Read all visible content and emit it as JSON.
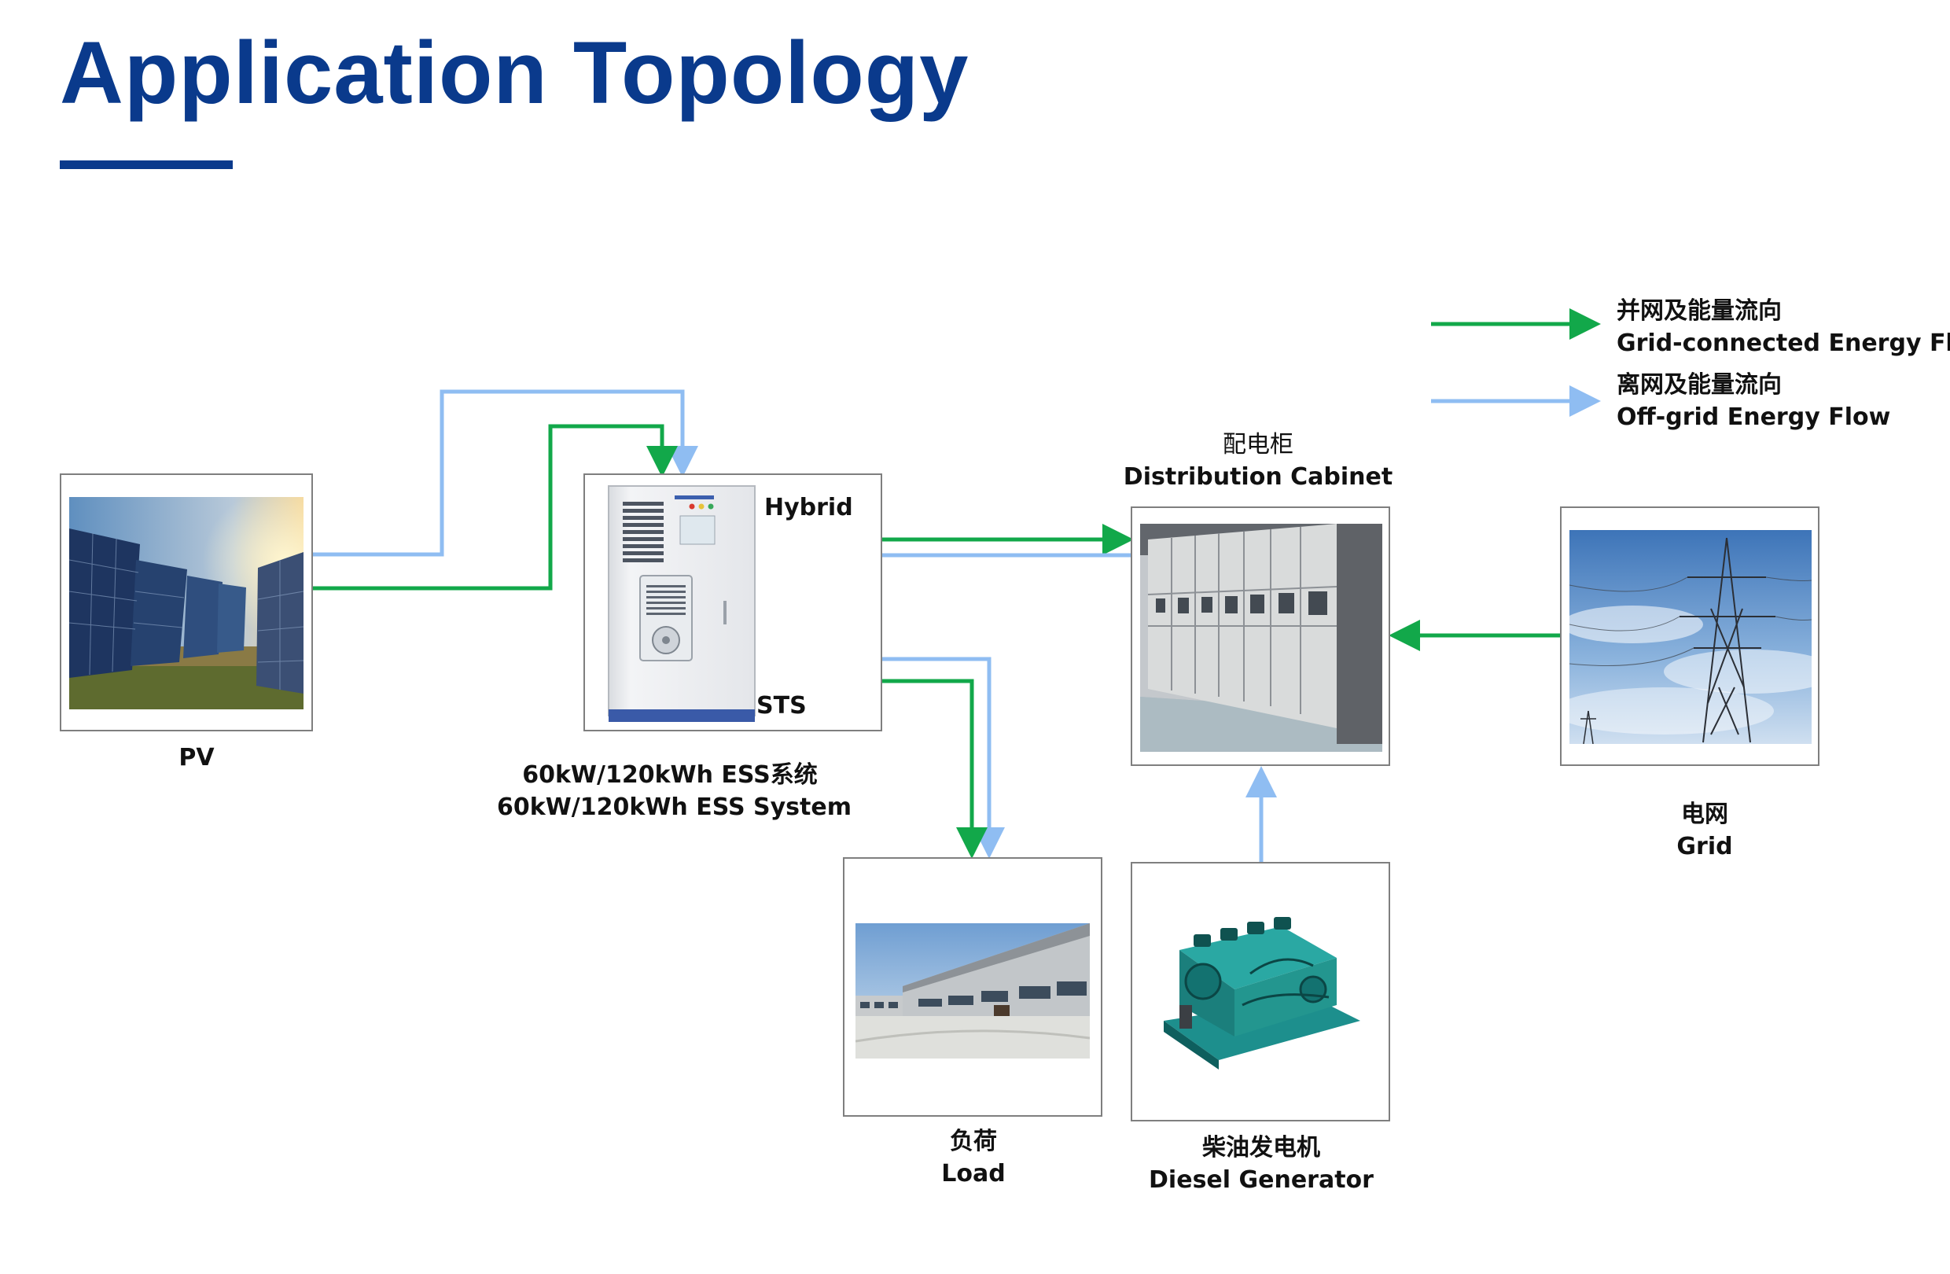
{
  "title": "Application Topology",
  "colors": {
    "title": "#0a3a8c",
    "grid_flow": "#12a84a",
    "offgrid_flow": "#8fbdf2",
    "border": "#7f7f7f"
  },
  "legend": {
    "grid_zh": "并网及能量流向",
    "grid_en": "Grid-connected Energy Flow",
    "offgrid_zh": "离网及能量流向",
    "offgrid_en": "Off-grid Energy Flow"
  },
  "nodes": {
    "pv": {
      "en": "PV",
      "icon": "solar-panel-photo"
    },
    "ess": {
      "hybrid": "Hybrid",
      "sts": "STS",
      "zh": "60kW/120kWh ESS系统",
      "en": "60kW/120kWh ESS System",
      "icon": "ess-cabinet-photo"
    },
    "cabinet": {
      "zh": "配电柜",
      "en": "Distribution Cabinet",
      "icon": "switchgear-photo"
    },
    "grid": {
      "zh": "电网",
      "en": "Grid",
      "icon": "power-tower-photo"
    },
    "load": {
      "zh": "负荷",
      "en": "Load",
      "icon": "factory-building-photo"
    },
    "diesel": {
      "zh": "柴油发电机",
      "en": "Diesel Generator",
      "icon": "diesel-generator-photo"
    }
  }
}
